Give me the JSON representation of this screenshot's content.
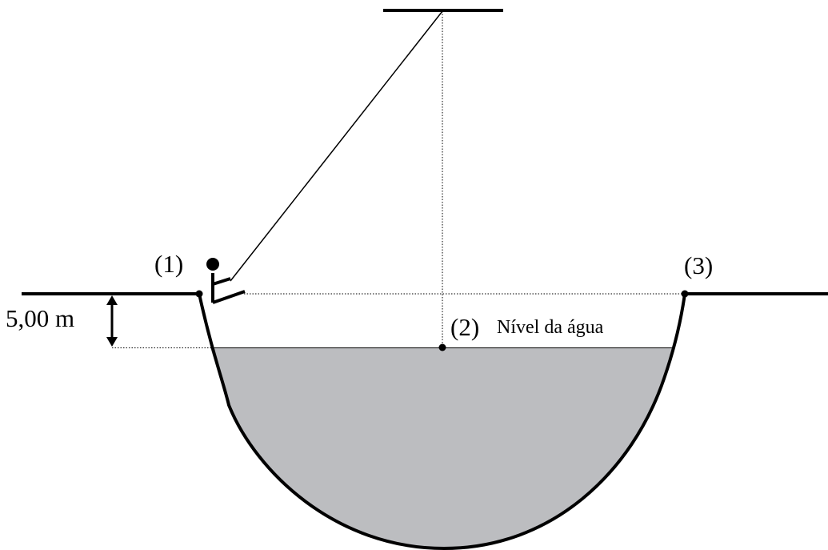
{
  "labels": {
    "point_1": "(1)",
    "point_2": "(2)",
    "point_3": "(3)",
    "water_level": "Nível da água",
    "depth": "5,00 m"
  },
  "colors": {
    "water": "#bcbdc0",
    "ink": "#000000",
    "background": "#ffffff"
  }
}
